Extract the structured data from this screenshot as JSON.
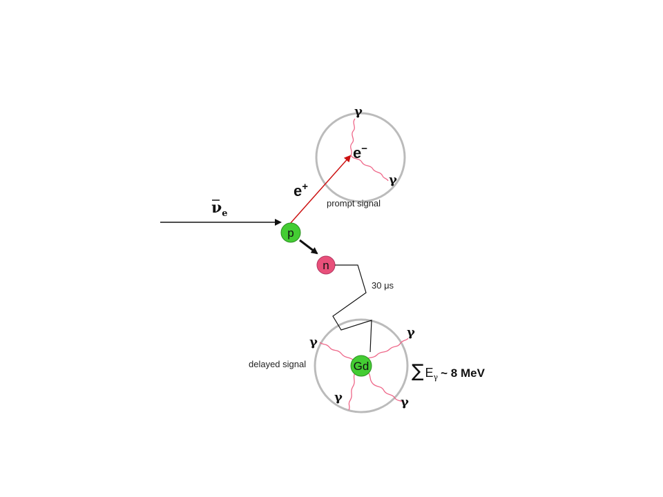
{
  "labels": {
    "antineutrino": "ν",
    "antineutrino_sub": "e",
    "positron": "e",
    "positron_sup": "+",
    "electron": "e",
    "electron_sup": "−",
    "proton": "p",
    "neutron": "n",
    "gadolinium": "Gd",
    "gamma": "γ",
    "prompt_signal": "prompt signal",
    "delayed_signal": "delayed signal",
    "capture_time": "30 μs",
    "energy_sum_symbol": "∑",
    "energy_sum_E": "E",
    "energy_sum_sub": "γ",
    "energy_sum_value": "~ 8 MeV"
  },
  "colors": {
    "proton": "#44cc33",
    "neutron": "#e8507a",
    "gadolinium": "#44cc33",
    "positron_track": "#cc1111",
    "gamma_track": "#ee6688",
    "detector_circle": "#bbbbbb",
    "line": "#111111"
  }
}
